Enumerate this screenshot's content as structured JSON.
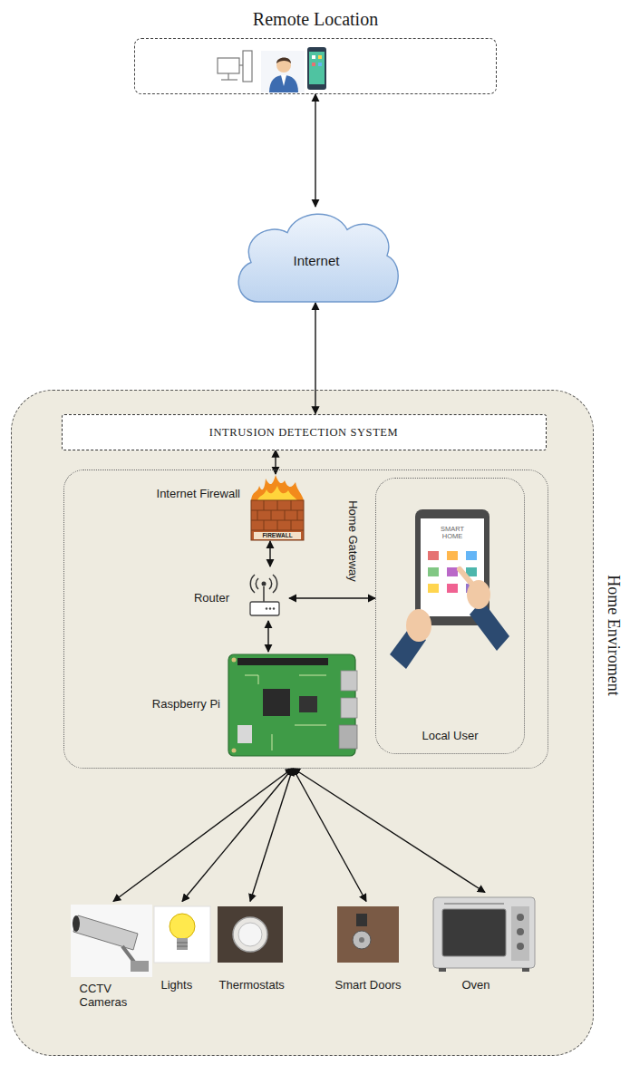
{
  "diagram": {
    "nodes": [
      {
        "text": [
          "Remote Location"
        ]
      },
      {
        "text": [
          "Internet"
        ]
      },
      {
        "text": [
          "Home Enviroment"
        ]
      },
      {
        "text": [
          "INTRUSION DETECTION SYSTEM"
        ],
        "in": 2
      },
      {
        "text": [
          "Home Gateway"
        ],
        "in": 2
      },
      {
        "text": [
          "Internet Firewall"
        ],
        "in": 4
      },
      {
        "text": [
          "Router"
        ],
        "in": 4
      },
      {
        "text": [
          "Raspberry Pi"
        ],
        "in": 4
      },
      {
        "text": [
          "Local User"
        ],
        "in": 4
      },
      {
        "text": [
          "CCTV Cameras"
        ],
        "in": 2
      },
      {
        "text": [
          "Lights"
        ],
        "in": 2
      },
      {
        "text": [
          "Thermostats"
        ],
        "in": 2
      },
      {
        "text": [
          "Smart Doors"
        ],
        "in": 2
      },
      {
        "text": [
          "Oven"
        ],
        "in": 2
      }
    ],
    "edges": [
      {
        "from": 0,
        "to": 1,
        "arrow": "both"
      },
      {
        "from": 1,
        "to": 3,
        "arrow": "both"
      },
      {
        "from": 3,
        "to": 5,
        "arrow": "both"
      },
      {
        "from": 5,
        "to": 6,
        "arrow": "both"
      },
      {
        "from": 6,
        "to": 7,
        "arrow": "both"
      },
      {
        "from": 6,
        "to": 8,
        "arrow": "both"
      },
      {
        "from": 4,
        "to": 9,
        "arrow": "both"
      },
      {
        "from": 4,
        "to": 10,
        "arrow": "both"
      },
      {
        "from": 4,
        "to": 11,
        "arrow": "both"
      },
      {
        "from": 4,
        "to": 12,
        "arrow": "both"
      },
      {
        "from": 4,
        "to": 13,
        "arrow": "both"
      }
    ],
    "labels": [
      "FIREWALL",
      "SMART HOME"
    ]
  }
}
